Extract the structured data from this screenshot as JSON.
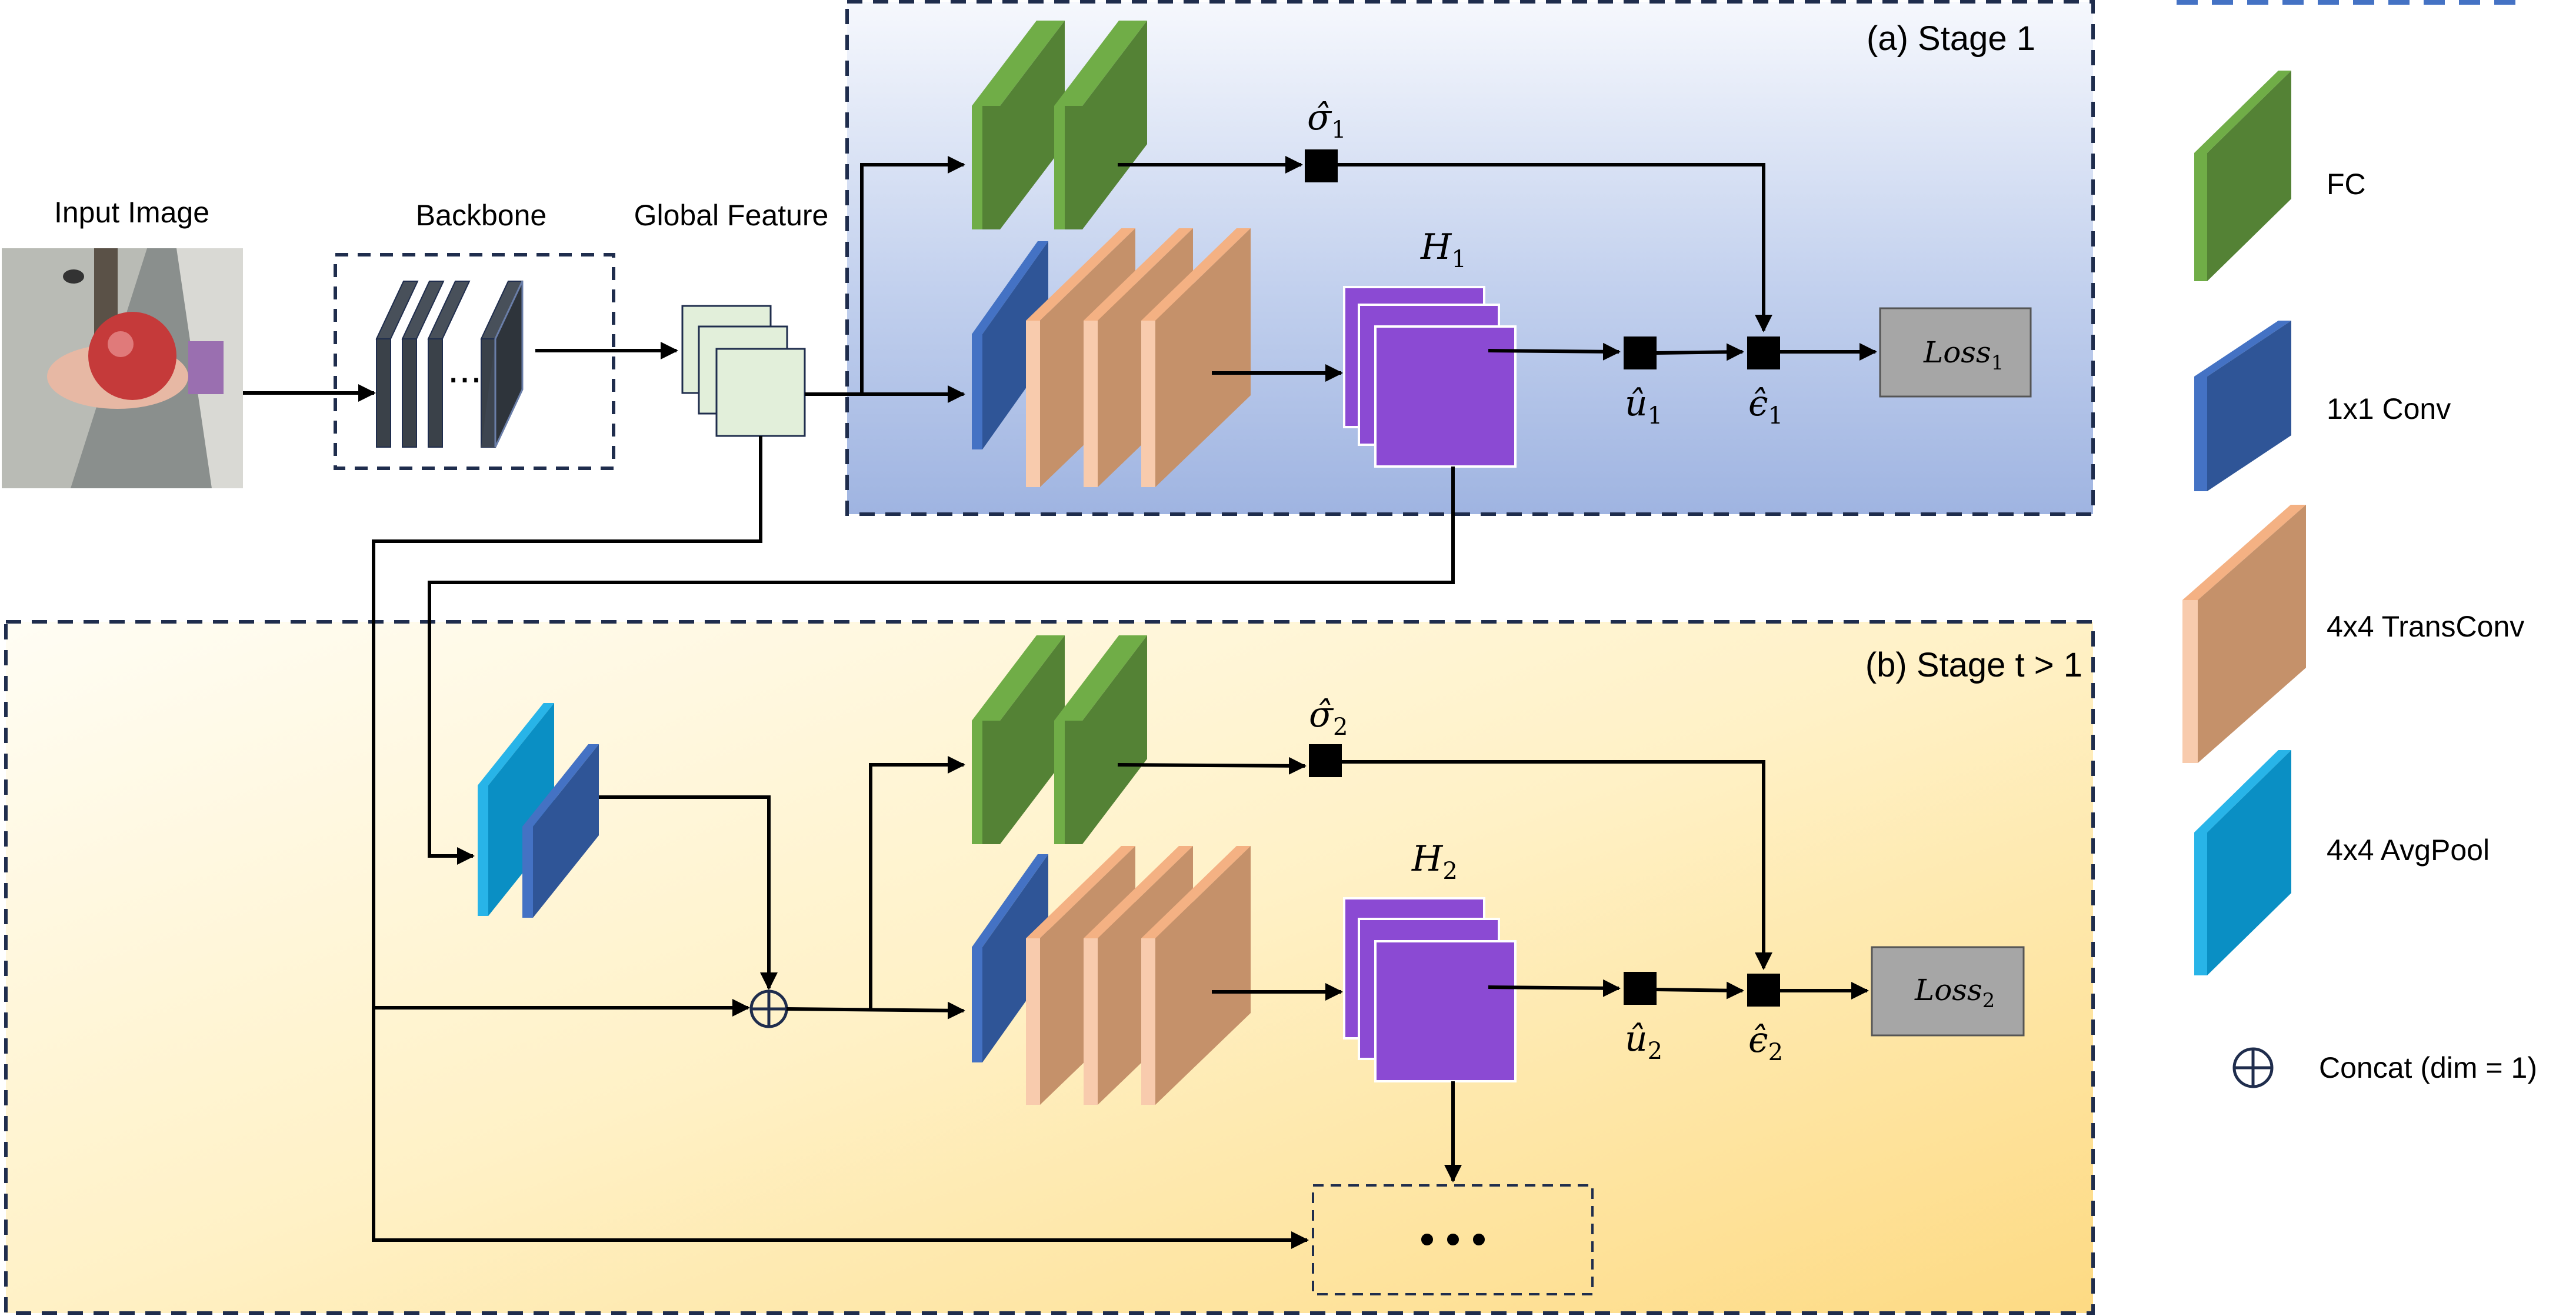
{
  "labels": {
    "input_image": "Input Image",
    "backbone": "Backbone",
    "global_feature": "Global Feature",
    "stage1": "(a) Stage 1",
    "stage2": "(b) Stage t > 1",
    "backbone_dots": "...",
    "continuation_dots": "• • •"
  },
  "stage1_math": {
    "sigma": "σ̂",
    "sigma_sub": "1",
    "H": "H",
    "H_sub": "1",
    "u": "û",
    "u_sub": "1",
    "eps": "ϵ̂",
    "eps_sub": "1",
    "loss": "Loss",
    "loss_sub": "1"
  },
  "stage2_math": {
    "sigma": "σ̂",
    "sigma_sub": "2",
    "H": "H",
    "H_sub": "2",
    "u": "û",
    "u_sub": "2",
    "eps": "ϵ̂",
    "eps_sub": "2",
    "loss": "Loss",
    "loss_sub": "2"
  },
  "legend": [
    {
      "label": "FC",
      "color": "#548235"
    },
    {
      "label": "1x1 Conv",
      "color": "#2f5597"
    },
    {
      "label": "4x4 TransConv",
      "color": "#c5916a"
    },
    {
      "label": "4x4 AvgPool",
      "color": "#0a8fc4"
    },
    {
      "label": "Concat (dim = 1)",
      "symbol": "circle-plus"
    }
  ],
  "colors": {
    "fc": "#548235",
    "conv": "#2f5597",
    "transconv": "#c5916a",
    "avgpool": "#0a8fc4",
    "heatmap": "#8b4ad3",
    "loss_box": "#a6a6a6",
    "dashed_border": "#1f2d4d",
    "stage1_bg": "#b6c6e8",
    "stage2_bg": "#fde49a"
  }
}
